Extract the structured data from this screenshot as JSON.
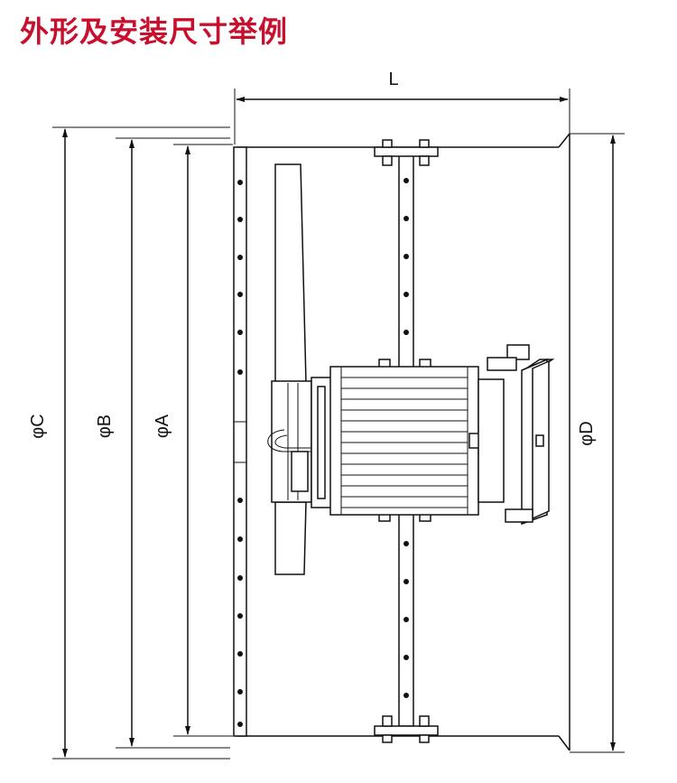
{
  "title": "外形及安装尺寸举例",
  "title_color": "#c8102e",
  "dimensions": {
    "length": "L",
    "dia_c": "φC",
    "dia_b": "φB",
    "dia_a": "φA",
    "dia_d": "φD"
  }
}
